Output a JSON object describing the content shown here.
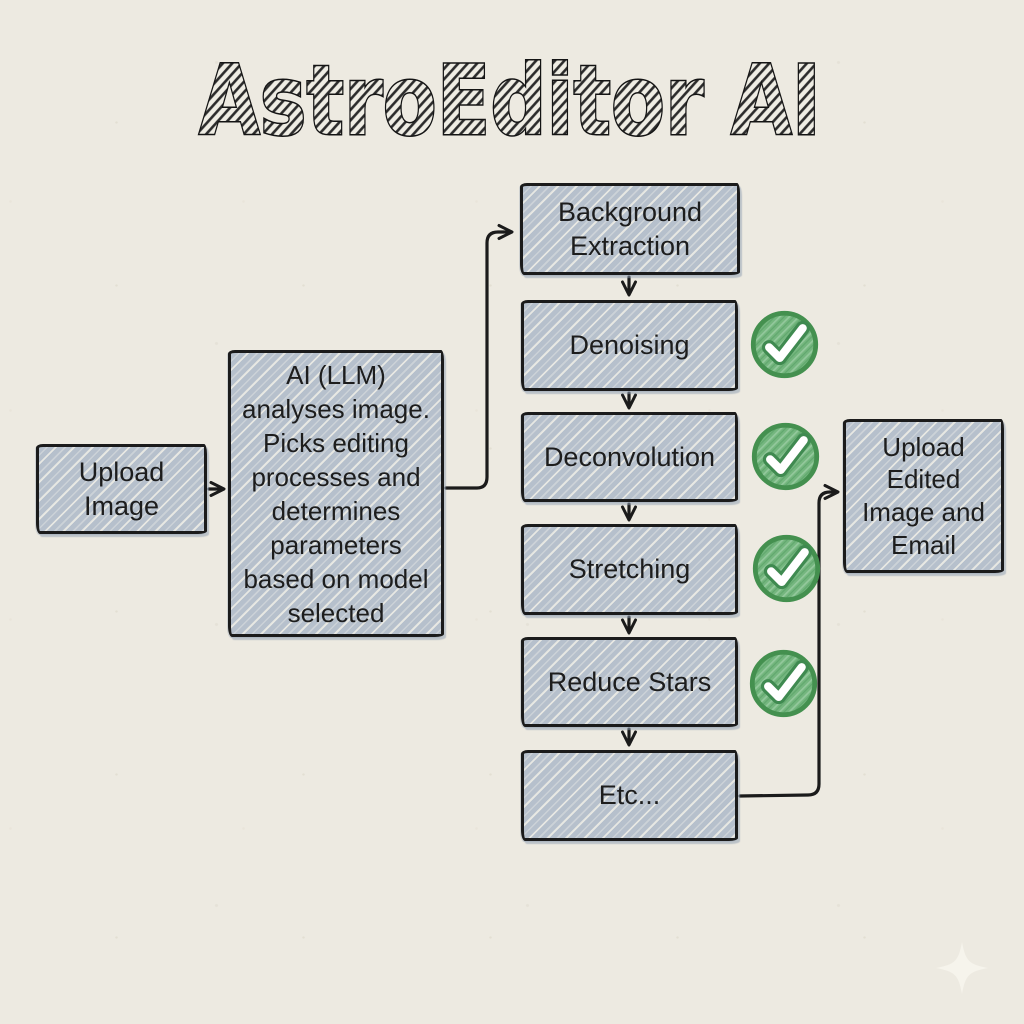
{
  "title": "AstroEditor AI",
  "colors": {
    "paper_background": "#edeae1",
    "box_fill": "#b6c0cc",
    "box_hatch_light": "#f3f1e8",
    "ink": "#1b1b1b",
    "text": "#1d1d1d",
    "check_green": "#74b67e",
    "check_green_dark": "#418a52",
    "check_mark": "#ffffff",
    "sparkle": "#f8f6ee"
  },
  "flow": {
    "input": {
      "label": "Upload\nImage"
    },
    "analysis": {
      "label": "AI (LLM)\nanalyses image.\nPicks editing\nprocesses and\ndetermines\nparameters\nbased on model\nselected"
    },
    "steps": [
      {
        "label": "Background\nExtraction",
        "checked": false
      },
      {
        "label": "Denoising",
        "checked": true
      },
      {
        "label": "Deconvolution",
        "checked": true
      },
      {
        "label": "Stretching",
        "checked": true
      },
      {
        "label": "Reduce Stars",
        "checked": true
      },
      {
        "label": "Etc...",
        "checked": false
      }
    ],
    "output": {
      "label": "Upload\nEdited\nImage and\nEmail"
    }
  },
  "icons": {
    "check": "check-icon (green circle with white tick)",
    "sparkle": "four-point sparkle watermark"
  }
}
